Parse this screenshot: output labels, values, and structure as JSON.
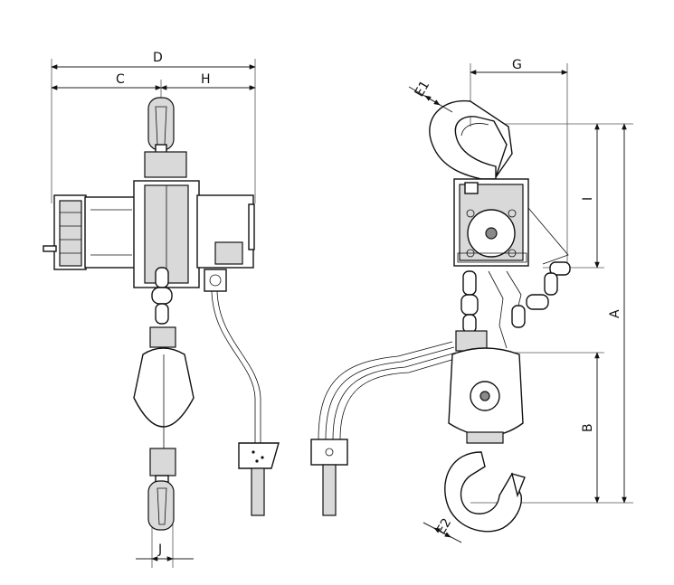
{
  "labels": {
    "d": "D",
    "c": "C",
    "h": "H",
    "j": "J",
    "g": "G",
    "e1": "E1",
    "e2": "E2",
    "i": "I",
    "a": "A",
    "b": "B"
  }
}
